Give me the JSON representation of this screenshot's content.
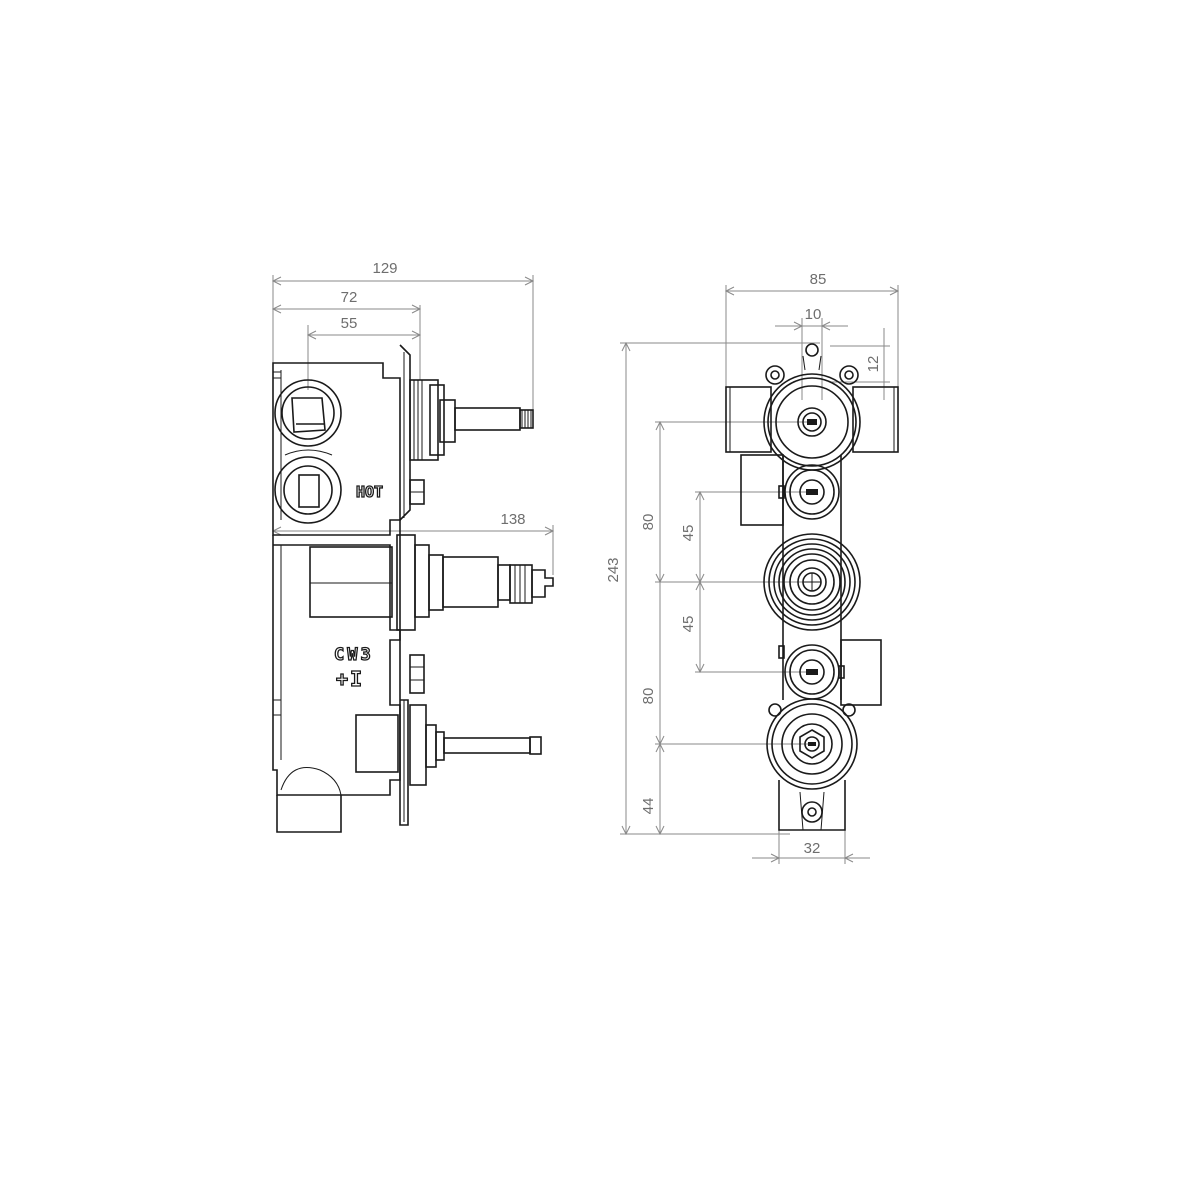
{
  "side_view": {
    "dimensions": {
      "overall_depth": "129",
      "body_to_flange": "72",
      "body_to_outlet": "55",
      "depth_with_cartridge": "138"
    },
    "markings": {
      "hot": "HOT",
      "cw3": "CW3",
      "direction": "+I"
    }
  },
  "front_view": {
    "dimensions": {
      "width": "85",
      "offset_center": "10",
      "top_lug": "12",
      "overall_height": "243",
      "upper_spacing": "80",
      "upper_half": "45",
      "lower_half": "45",
      "lower_spacing": "80",
      "bottom": "44",
      "outlet_width": "32"
    }
  }
}
